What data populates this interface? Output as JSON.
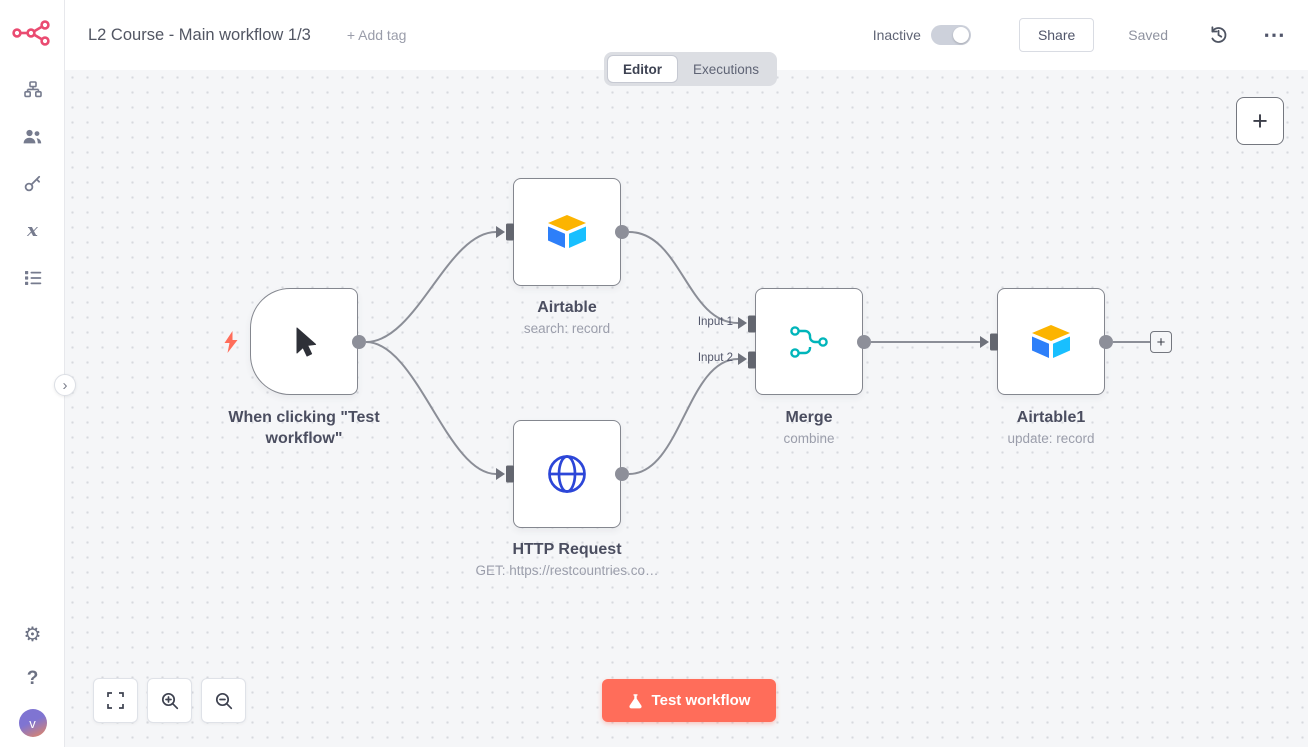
{
  "header": {
    "title": "L2 Course - Main workflow 1/3",
    "add_tag_label": "+ Add tag",
    "status_label": "Inactive",
    "share_label": "Share",
    "saved_label": "Saved"
  },
  "tabs": {
    "editor": "Editor",
    "executions": "Executions"
  },
  "nodes": {
    "trigger": {
      "label": "When clicking \"Test workflow\""
    },
    "airtable": {
      "label": "Airtable",
      "subtitle": "search: record"
    },
    "http": {
      "label": "HTTP Request",
      "subtitle": "GET: https://restcountries.co…"
    },
    "merge": {
      "label": "Merge",
      "subtitle": "combine",
      "input1": "Input 1",
      "input2": "Input 2"
    },
    "airtable1": {
      "label": "Airtable1",
      "subtitle": "update: record"
    }
  },
  "controls": {
    "test_workflow_label": "Test workflow"
  },
  "avatar": {
    "initial": "v"
  },
  "icons": {
    "more": "⋯",
    "gear": "⚙",
    "help": "?",
    "chevron_right": "›",
    "plus": "+",
    "variables": "x"
  },
  "colors": {
    "brand_accent": "#ea4b71",
    "primary_button": "#ff6d5a",
    "node_border": "#84878f",
    "connection": "#8b8e97",
    "canvas_bg": "#f5f6f8"
  }
}
